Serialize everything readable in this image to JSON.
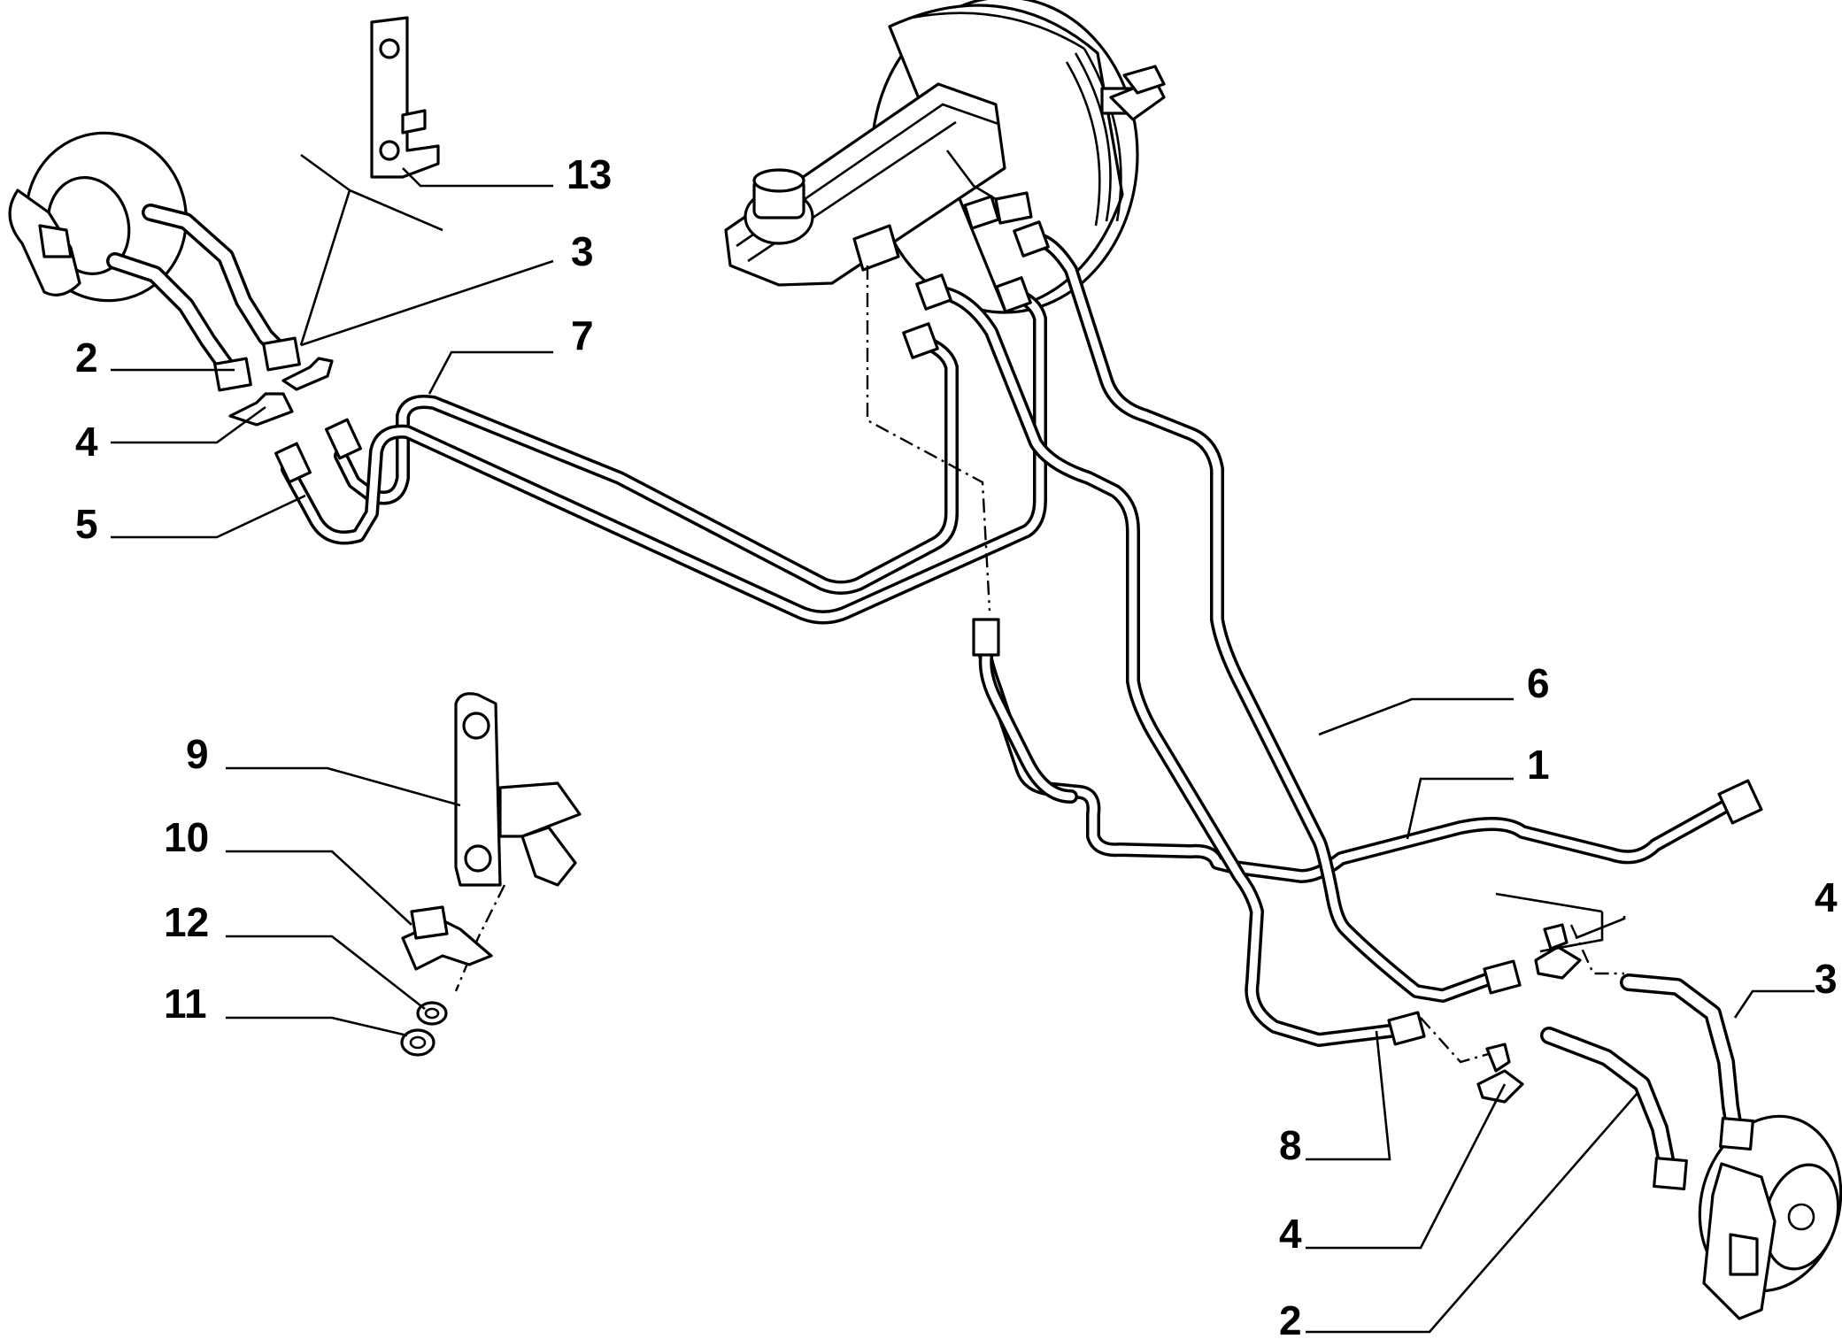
{
  "callouts": {
    "c13": "13",
    "c3_left": "3",
    "c7": "7",
    "c2_left": "2",
    "c4_left": "4",
    "c5": "5",
    "c6": "6",
    "c1": "1",
    "c9": "9",
    "c10": "10",
    "c12": "12",
    "c11": "11",
    "c4_right_top": "4",
    "c3_right": "3",
    "c8": "8",
    "c4_right_bottom": "4",
    "c2_right": "2"
  }
}
